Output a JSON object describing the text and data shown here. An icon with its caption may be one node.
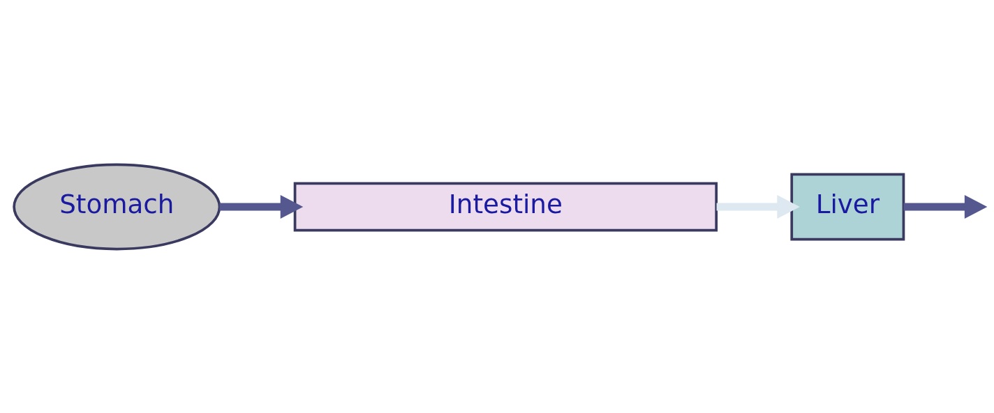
{
  "diagram": {
    "nodes": [
      {
        "text": [
          "Stomach"
        ]
      },
      {
        "text": [
          "Intestine"
        ]
      },
      {
        "text": [
          "Liver"
        ]
      }
    ],
    "edges": [
      {
        "from": 0,
        "to": 1,
        "arrow": "to"
      },
      {
        "from": 1,
        "to": 2,
        "arrow": "to",
        "color": "#dde8f0"
      },
      {
        "from": 2,
        "to": null,
        "arrow": "to"
      }
    ]
  }
}
